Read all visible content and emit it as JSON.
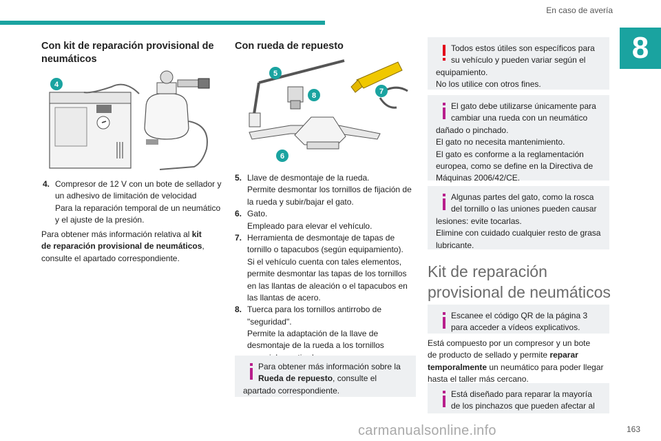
{
  "header": {
    "title": "En caso de avería",
    "chapter": "8",
    "page": "163"
  },
  "watermark": "carmanualsonline.info",
  "col1": {
    "heading": "Con kit de reparación provisional de neumáticos",
    "callout": "4",
    "item": {
      "num": "4.",
      "l1": "Compresor de 12 V con un bote de sellador y",
      "l2": "un adhesivo de limitación de velocidad",
      "l3": "Para la reparación temporal de un neumático",
      "l4": "y el ajuste de la presión."
    },
    "para": {
      "pre": "Para obtener más información relativa al ",
      "b1": "kit",
      "b2": "de reparación provisional de neumáticos",
      "post": ",",
      "l3": "consulte el apartado correspondiente."
    }
  },
  "col2": {
    "heading": "Con rueda de repuesto",
    "callouts": {
      "c5": "5",
      "c6": "6",
      "c7": "7",
      "c8": "8"
    },
    "items": [
      {
        "num": "5.",
        "lines": [
          "Llave de desmontaje de la rueda.",
          "Permite desmontar los tornillos de fijación de",
          "la rueda y subir/bajar el gato."
        ]
      },
      {
        "num": "6.",
        "lines": [
          "Gato.",
          "Empleado para elevar el vehículo."
        ]
      },
      {
        "num": "7.",
        "lines": [
          "Herramienta de desmontaje de tapas de",
          "tornillo o tapacubos (según equipamiento).",
          "Si el vehículo cuenta con tales elementos,",
          "permite desmontar las tapas de los tornillos",
          "en las llantas de aleación o el tapacubos en",
          "las llantas de acero."
        ]
      },
      {
        "num": "8.",
        "lines": [
          "Tuerca para los tornillos antirrobo de",
          "\"seguridad\".",
          "Permite la adaptación de la llave de",
          "desmontaje de la rueda a los tornillos",
          "especiales antirrobo."
        ]
      }
    ],
    "note": {
      "l1": "Para obtener más información sobre la",
      "bold": "Rueda de repuesto",
      "l2post": ", consulte el",
      "l3": "apartado correspondiente."
    }
  },
  "col3": {
    "warn": {
      "l1": "Todos estos útiles son específicos para",
      "l2": "su vehículo y pueden variar según el",
      "l3": "equipamiento.",
      "l4": "No los utilice con otros fines."
    },
    "info1": {
      "l1": "El gato debe utilizarse únicamente para",
      "l2": "cambiar una rueda con un neumático",
      "l3": "dañado o pinchado.",
      "l4": "El gato no necesita mantenimiento.",
      "l5": "El gato es conforme a la reglamentación",
      "l6": "europea, como se define en la Directiva de",
      "l7": "Máquinas 2006/42/CE."
    },
    "info2": {
      "l1": "Algunas partes del gato, como la rosca",
      "l2": "del tornillo o las uniones pueden causar",
      "l3": "lesiones: evite tocarlas.",
      "l4": "Elimine con cuidado cualquier resto de grasa",
      "l5": "lubricante."
    },
    "big_heading": {
      "l1": "Kit de reparación",
      "l2": "provisional de neumáticos"
    },
    "info3": {
      "l1": "Escanee el código QR de la página 3",
      "l2": "para acceder a vídeos explicativos."
    },
    "para": {
      "l1": "Está compuesto por un compresor y un bote",
      "l2pre": "de producto de sellado y permite ",
      "b1": "reparar",
      "b2": "temporalmente",
      "l3post": " un neumático para poder llegar",
      "l4": "hasta el taller más cercano."
    },
    "info4": {
      "l1": "Está diseñado para reparar la mayoría",
      "l2": "de los pinchazos que pueden afectar al"
    }
  },
  "colors": {
    "accent": "#1aa3a0",
    "warn": "#e2001a",
    "info": "#b81f8c",
    "note_bg": "#eef0f2"
  },
  "icons": {
    "warning": "exclamation-icon",
    "info": "info-i-icon"
  }
}
